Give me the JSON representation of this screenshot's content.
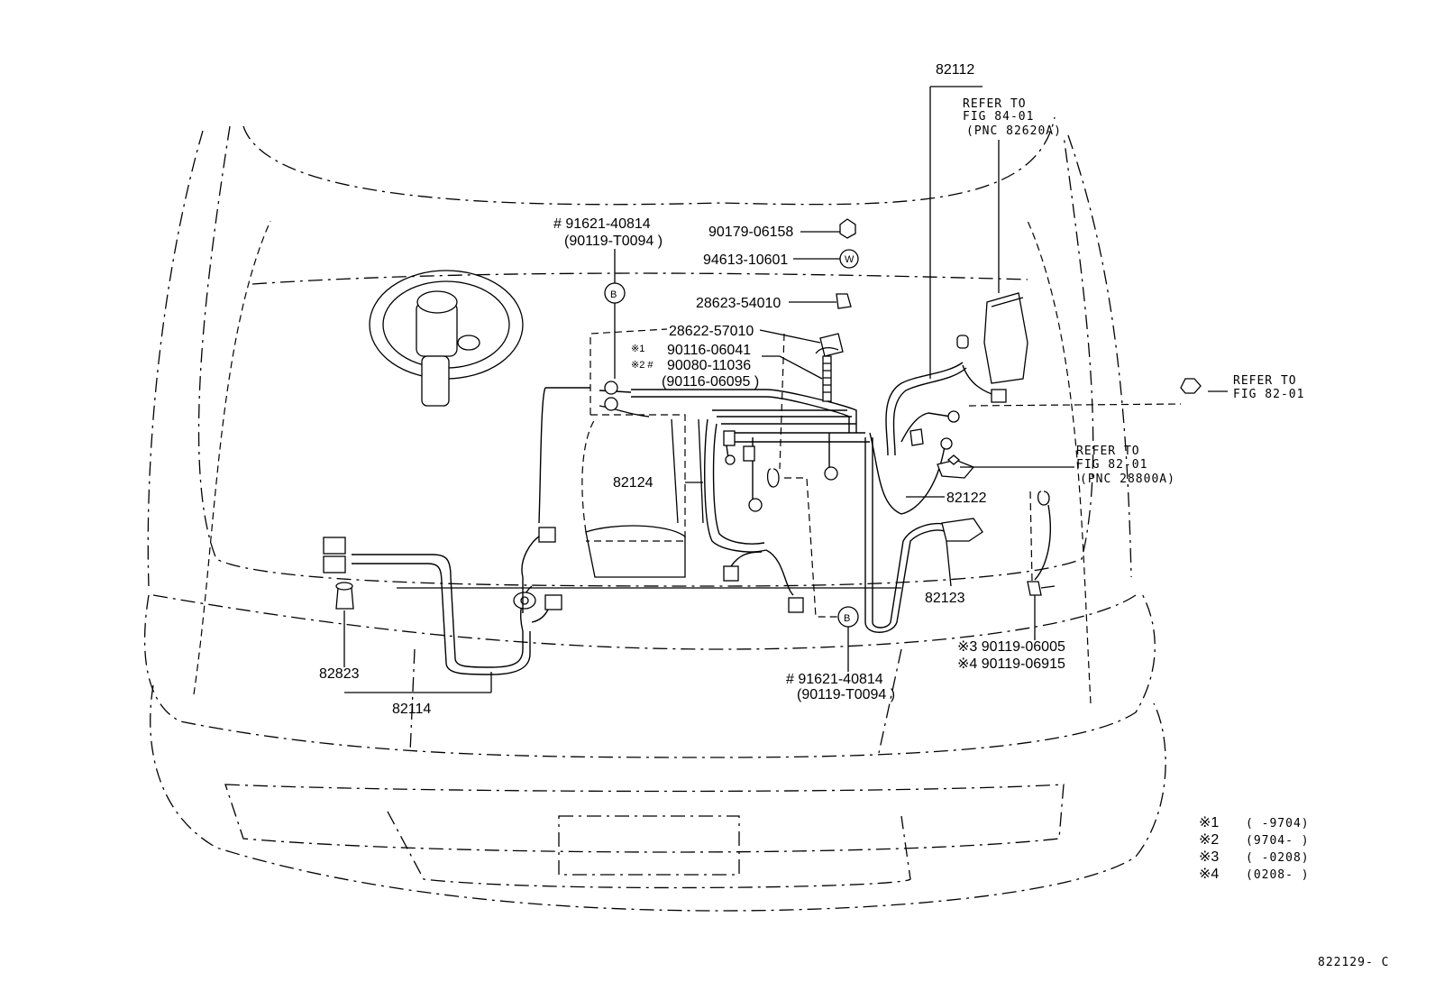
{
  "labels": {
    "p82112": "82112",
    "refer_fig8401_1": "REFER TO",
    "refer_fig8401_2": "FIG 84-01",
    "refer_fig8401_3": "(PNC 82620A)",
    "p91621_top": "# 91621-40814",
    "p90119_top": "(90119-T0094 )",
    "p90179": "90179-06158",
    "p94613": "94613-10601",
    "p28623": "28623-54010",
    "p28622": "28622-57010",
    "note1_mark": "※1",
    "p90116_06041": "90116-06041",
    "note2_mark": "※2 #",
    "p90080": "90080-11036",
    "p90116_06095": "(90116-06095 )",
    "refer_fig8201a_1": "REFER TO",
    "refer_fig8201a_2": "FIG 82-01",
    "refer_fig8201b_1": "REFER TO",
    "refer_fig8201b_2": "FIG 82-01",
    "refer_fig8201b_3": "(PNC 28800A)",
    "p82124": "82124",
    "p82122": "82122",
    "p82123": "82123",
    "p82823": "82823",
    "p82114": "82114",
    "p91621_bottom": "# 91621-40814",
    "p90119_bottom": "(90119-T0094 )",
    "p90119_06005": "※3 90119-06005",
    "p90119_06915": "※4 90119-06915",
    "marker_b": "B",
    "marker_w": "W",
    "figure_id": "822129- C"
  },
  "legend": [
    {
      "mark": "※1",
      "range": "(      -9704)"
    },
    {
      "mark": "※2",
      "range": "(9704-       )"
    },
    {
      "mark": "※3",
      "range": "(      -0208)"
    },
    {
      "mark": "※4",
      "range": "(0208-       )"
    }
  ]
}
